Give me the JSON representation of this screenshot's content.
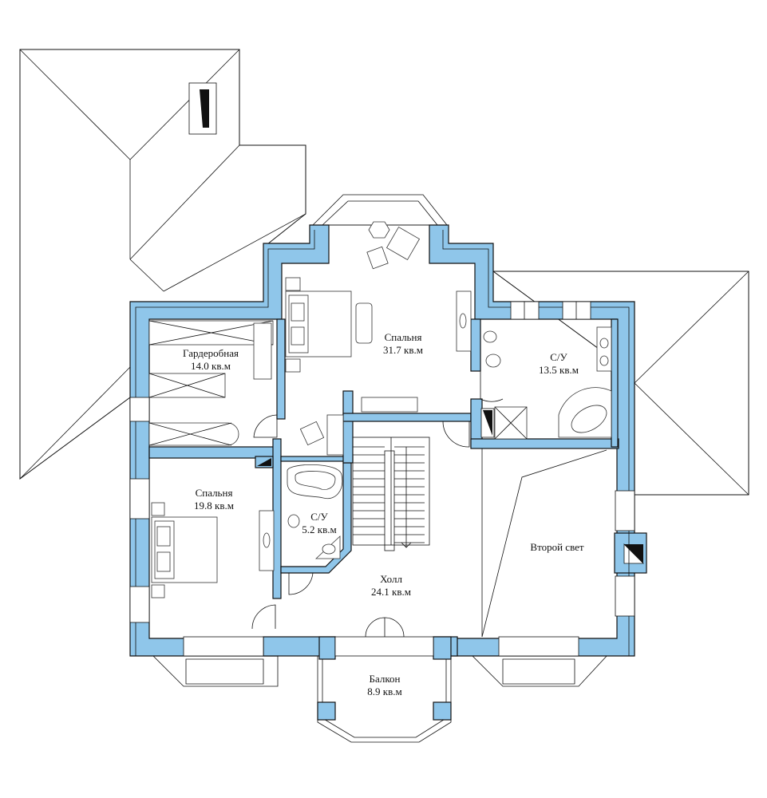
{
  "colors": {
    "wall": "#8fc6ea",
    "line": "#111111",
    "background": "#ffffff"
  },
  "rooms": [
    {
      "id": "bedroom-main",
      "name": "Спальня",
      "area": "31.7 кв.м"
    },
    {
      "id": "wardrobe",
      "name": "Гардеробная",
      "area": "14.0 кв.м"
    },
    {
      "id": "bathroom-large",
      "name": "С/У",
      "area": "13.5 кв.м"
    },
    {
      "id": "bedroom-small",
      "name": "Спальня",
      "area": "19.8 кв.м"
    },
    {
      "id": "bathroom-small",
      "name": "С/У",
      "area": "5.2 кв.м"
    },
    {
      "id": "hall",
      "name": "Холл",
      "area": "24.1 кв.м"
    },
    {
      "id": "second-light",
      "name": "Второй свет",
      "area": ""
    },
    {
      "id": "balcony",
      "name": "Балкон",
      "area": "8.9 кв.м"
    }
  ]
}
